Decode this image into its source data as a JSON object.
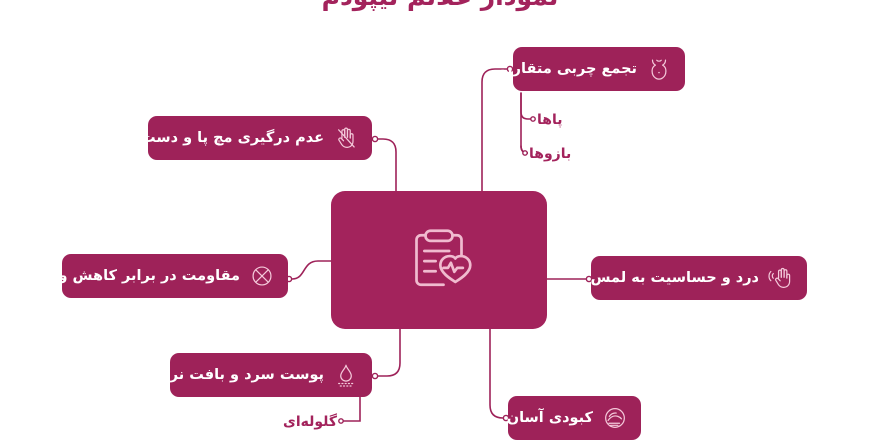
{
  "diagram": {
    "title": "نمودار علائم لیپودم",
    "accent_color": "#A3235C",
    "node_color": "#9E2259",
    "connector_color": "#9E2259",
    "background_color": "#FFFFFF",
    "text_on_node_color": "#FFFFFF"
  },
  "center": {
    "icon": "clipboard-heart-icon",
    "label": ""
  },
  "branches": [
    {
      "id": "fat",
      "label": "تجمع چربی متقارن",
      "icon": "torso-body-icon",
      "side": "right-top",
      "children": [
        {
          "id": "legs",
          "label": "پاها"
        },
        {
          "id": "arms",
          "label": "بازوها"
        }
      ]
    },
    {
      "id": "wrist",
      "label": "عدم درگیری مچ پا و دست",
      "icon": "hand-crossed-out-icon",
      "side": "left-top",
      "children": []
    },
    {
      "id": "resist",
      "label": "مقاومت در برابر کاهش وزن",
      "icon": "circle-cross-icon",
      "side": "left-middle",
      "children": []
    },
    {
      "id": "skin",
      "label": "پوست سرد و بافت نرم",
      "icon": "cold-droplet-icon",
      "side": "left-bottom",
      "children": [
        {
          "id": "nodular",
          "label": "گلوله‌ای"
        }
      ]
    },
    {
      "id": "pain",
      "label": "درد و حساسیت به لمس",
      "icon": "hand-touch-pain-icon",
      "side": "right-middle",
      "children": []
    },
    {
      "id": "bruise",
      "label": "کبودی آسان",
      "icon": "bruise-circle-icon",
      "side": "right-bottom",
      "children": []
    }
  ],
  "sublabels": {
    "legs": "پاها",
    "arms": "بازوها",
    "nodular": "گلوله‌ای"
  }
}
